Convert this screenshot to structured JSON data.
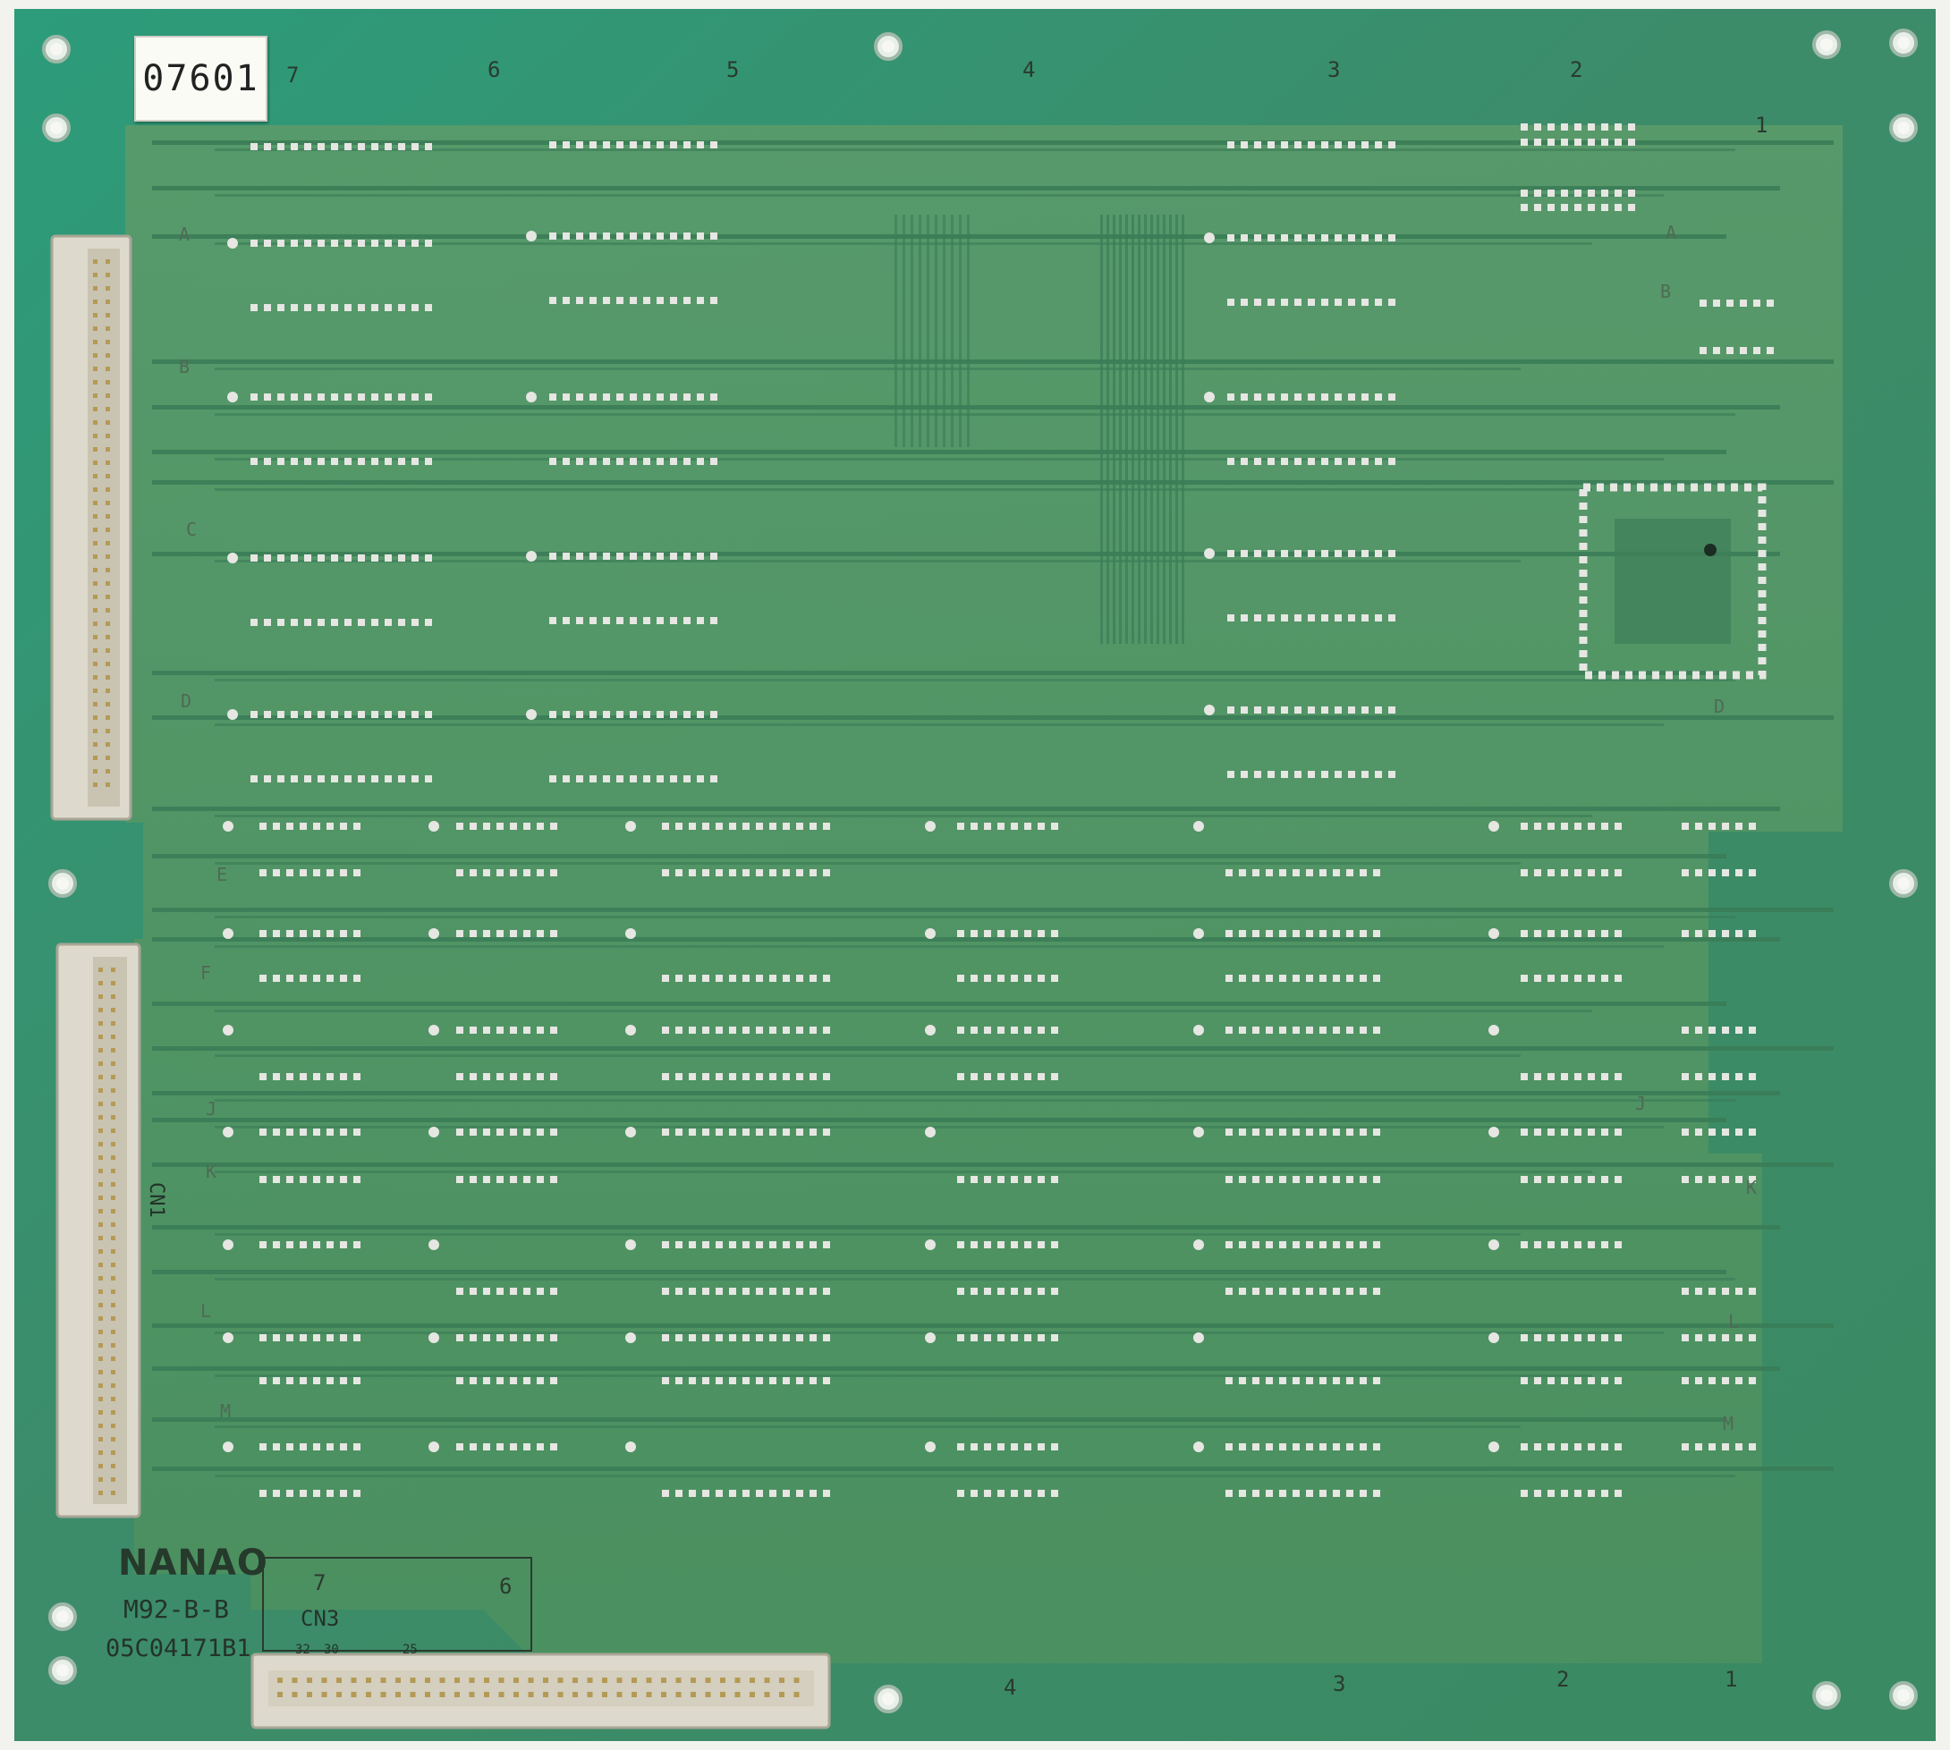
{
  "photo": {
    "sticker_text": "07601",
    "manufacturer": "NANAO",
    "model": "M92-B-B",
    "part_number": "05C04171B1",
    "connector_labels": {
      "bottom": "CN3",
      "left": "CN1"
    },
    "column_numbers_top": [
      "7",
      "6",
      "5",
      "4",
      "3",
      "2",
      "1"
    ],
    "column_numbers_bottom": [
      "7",
      "6",
      "4",
      "3",
      "2",
      "1"
    ],
    "row_letters": [
      "A",
      "B",
      "C",
      "D",
      "E",
      "F",
      "J",
      "K",
      "L",
      "M"
    ],
    "cn3_pin_numbers": [
      "32",
      "30",
      "25"
    ]
  },
  "colors": {
    "board": "#3f8a62",
    "board_edge": "#2fa382",
    "copper_pour": "#4f9466",
    "trace": "#3a7c57",
    "pad": "#e6e6e2",
    "connector": "#ddd9cc",
    "silkscreen": "#2a3a2e"
  }
}
